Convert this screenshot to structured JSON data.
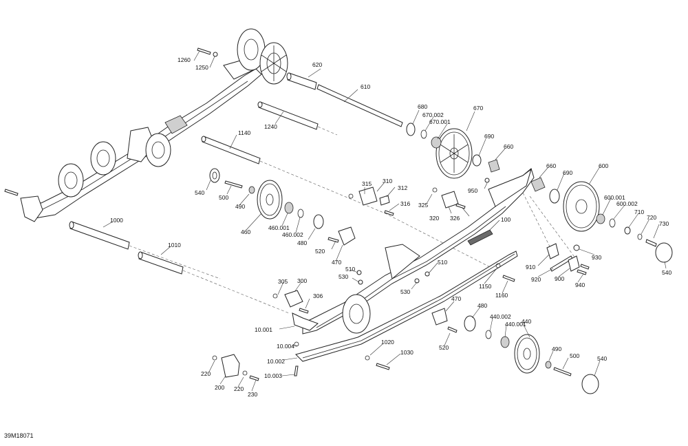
{
  "diagram": {
    "reference_code": "39M18071",
    "callouts": [
      "1260",
      "1250",
      "620",
      "610",
      "680",
      "670.002",
      "670.001",
      "670",
      "690",
      "660",
      "660",
      "690",
      "600",
      "600.001",
      "600.002",
      "710",
      "720",
      "730",
      "540",
      "930",
      "910",
      "900",
      "920",
      "940",
      "1240",
      "1140",
      "540",
      "500",
      "490",
      "460",
      "460.001",
      "460.002",
      "480",
      "315",
      "310",
      "312",
      "316",
      "325",
      "320",
      "326",
      "950",
      "100",
      "520",
      "470",
      "510",
      "530",
      "510",
      "530",
      "1150",
      "1160",
      "305",
      "300",
      "306",
      "10.001",
      "10.004",
      "10.002",
      "10.003",
      "1020",
      "1030",
      "470",
      "480",
      "440.002",
      "440.001",
      "440",
      "520",
      "490",
      "500",
      "540",
      "220",
      "200",
      "220",
      "230",
      "1000",
      "1010"
    ]
  }
}
